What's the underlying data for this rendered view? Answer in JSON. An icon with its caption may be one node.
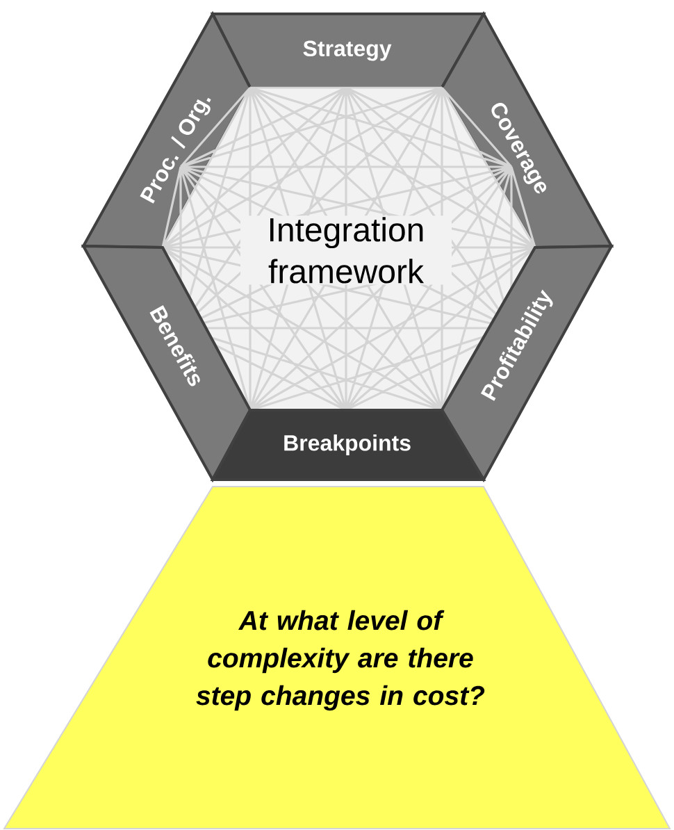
{
  "diagram": {
    "nodes": [
      {
        "text": [
          "Strategy"
        ]
      },
      {
        "text": [
          "Proc. / Org."
        ]
      },
      {
        "text": [
          "Coverage"
        ]
      },
      {
        "text": [
          "Integration framework"
        ]
      },
      {
        "text": [
          "Benefits"
        ]
      },
      {
        "text": [
          "Profitability"
        ]
      },
      {
        "text": [
          "Breakpoints"
        ]
      },
      {
        "text": [
          "At what level of complexity are there step changes in cost?"
        ]
      }
    ]
  }
}
